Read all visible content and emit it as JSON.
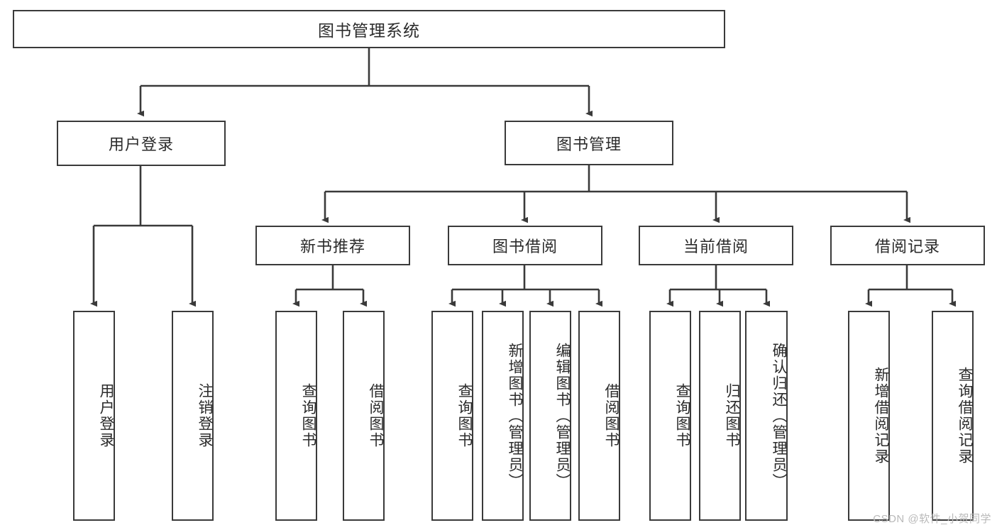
{
  "diagram": {
    "title": "图书管理系统",
    "watermark": "CSDN @软件_小贺同学",
    "line_color": "#3a3a3a",
    "box_border_color": "#3a3a3a",
    "box_fill": "#ffffff",
    "text_color": "#2b2b2b",
    "levels": {
      "root": {
        "label": "图书管理系统"
      },
      "level1": [
        {
          "label": "用户登录"
        },
        {
          "label": "图书管理"
        }
      ],
      "level2": [
        {
          "label": "新书推荐"
        },
        {
          "label": "图书借阅"
        },
        {
          "label": "当前借阅"
        },
        {
          "label": "借阅记录"
        }
      ],
      "leaves": {
        "user_login": [
          {
            "label": "用户登录"
          },
          {
            "label": "注销登录"
          }
        ],
        "new_book_recommend": [
          {
            "label": "查询图书"
          },
          {
            "label": "借阅图书"
          }
        ],
        "book_borrow": [
          {
            "label": "查询图书"
          },
          {
            "label": "新增图书（管理员）"
          },
          {
            "label": "编辑图书（管理员）"
          },
          {
            "label": "借阅图书"
          }
        ],
        "current_borrow": [
          {
            "label": "查询图书"
          },
          {
            "label": "归还图书"
          },
          {
            "label": "确认归还（管理员）"
          }
        ],
        "borrow_record": [
          {
            "label": "新增借阅记录"
          },
          {
            "label": "查询借阅记录"
          }
        ]
      }
    }
  }
}
